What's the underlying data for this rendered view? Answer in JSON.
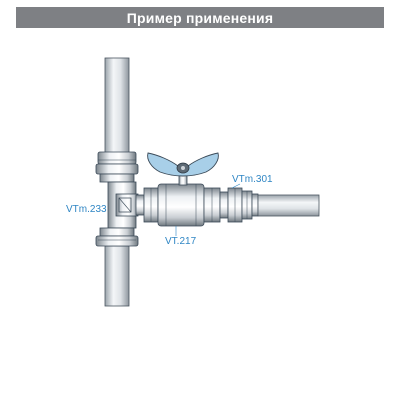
{
  "header": {
    "title": "Пример применения"
  },
  "callouts": {
    "tee": "VTm.233",
    "valve": "VT.217",
    "coupling": "VTm.301"
  },
  "colors": {
    "header_bg": "#7e8084",
    "callout_text": "#2f86c4",
    "handle": "#a8cfe8",
    "outline": "#3b4a58"
  }
}
